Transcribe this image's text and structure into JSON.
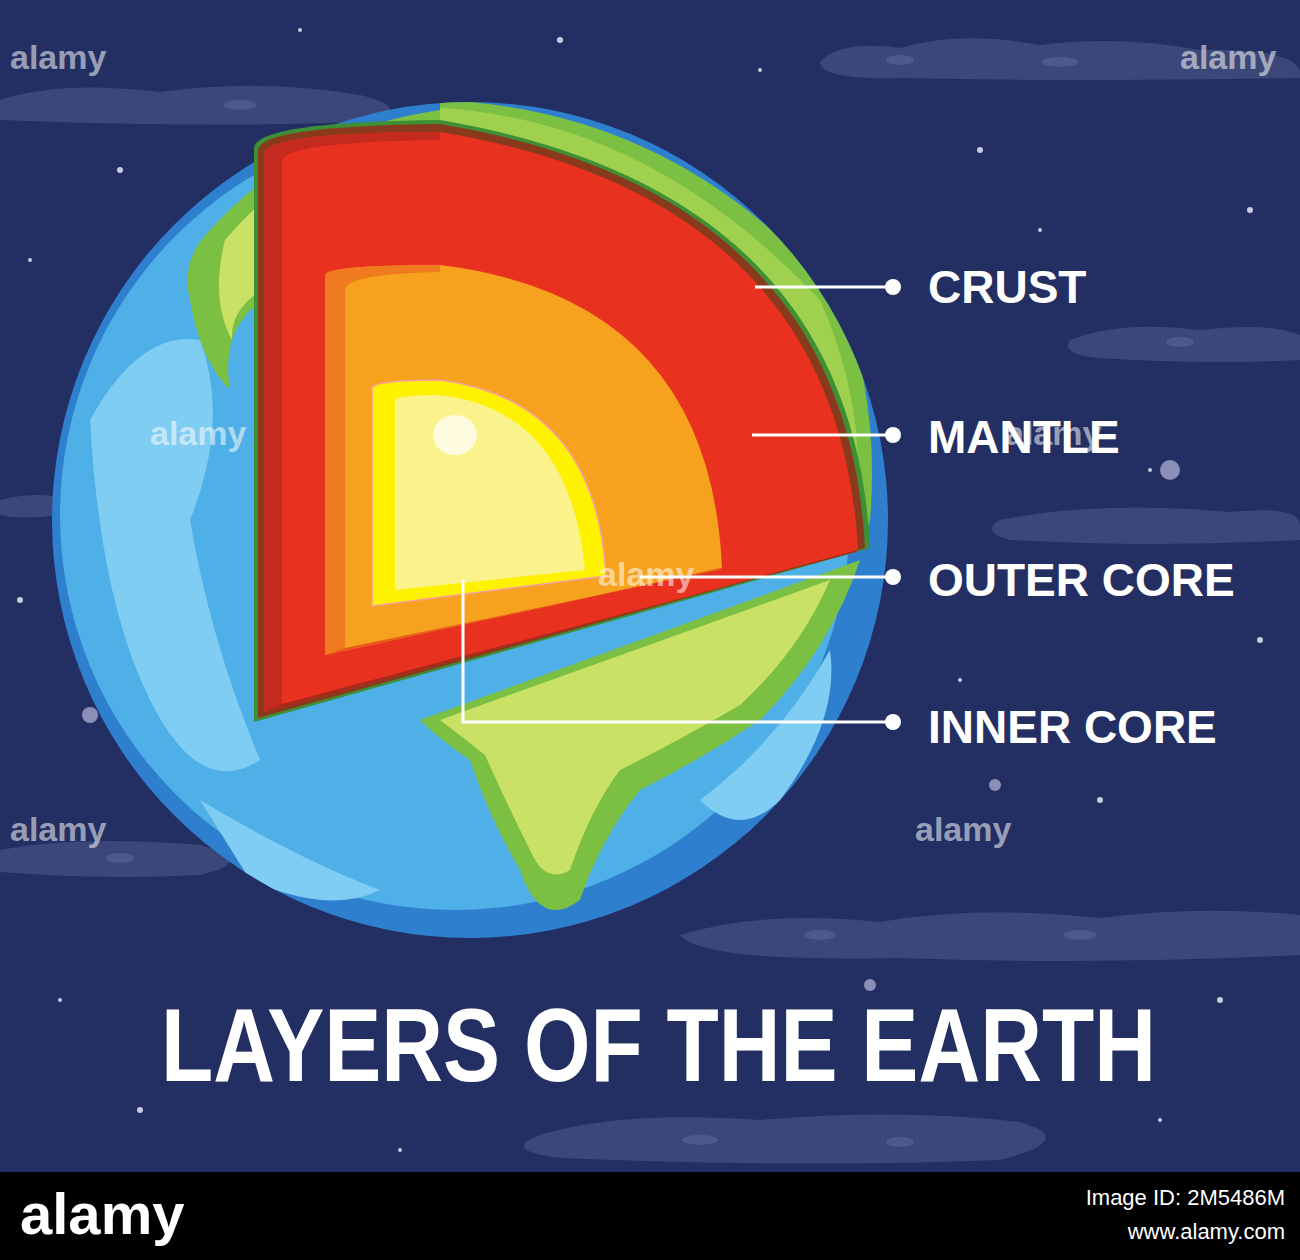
{
  "diagram": {
    "title": "LAYERS OF THE EARTH",
    "labels": [
      "CRUST",
      "MANTLE",
      "OUTER CORE",
      "INNER CORE",
      "alamy",
      "alamy",
      "alamy",
      "alamy",
      "alamy",
      "alamy",
      "alamy",
      "alamy",
      "Image ID: 2M5486M",
      "www.alamy.com"
    ]
  }
}
